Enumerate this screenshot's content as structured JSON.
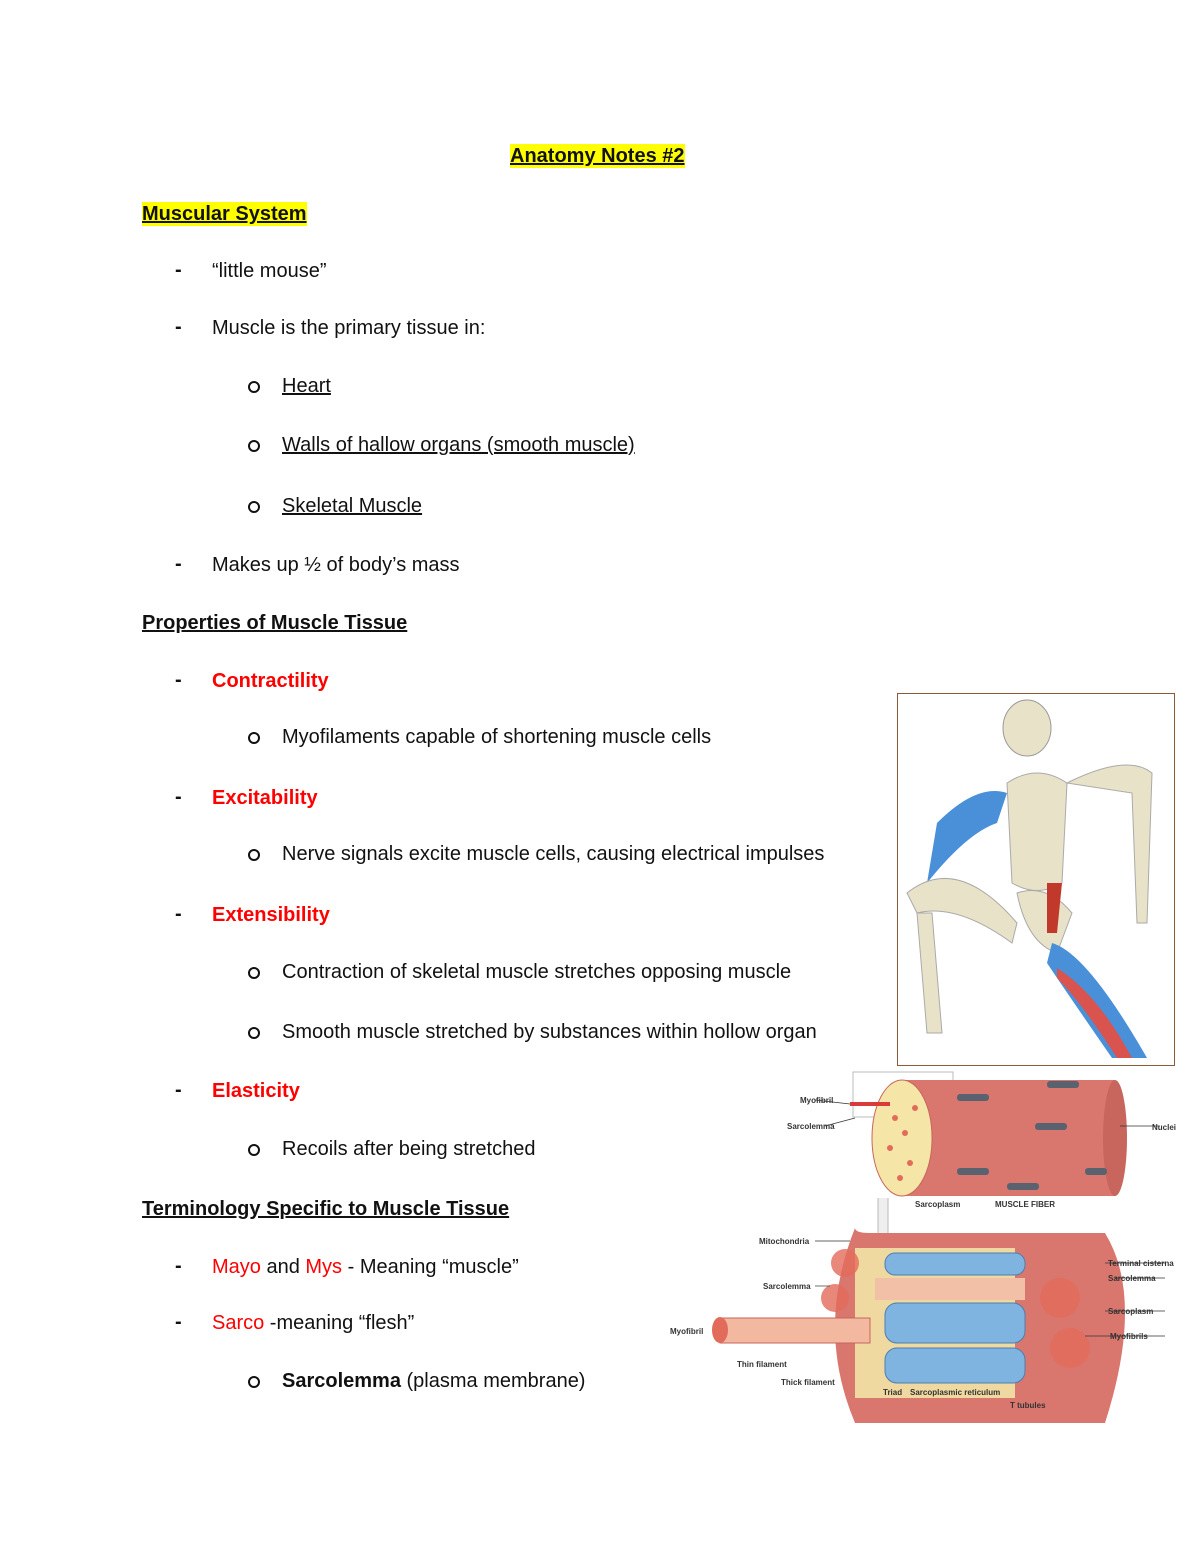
{
  "title": "Anatomy Notes #2",
  "sections": [
    {
      "heading": "Muscular System",
      "items": [
        {
          "text": "“little mouse”"
        },
        {
          "text": "Muscle is the primary tissue in:",
          "sub": [
            "Heart",
            "Walls of hallow organs (smooth muscle)",
            "Skeletal Muscle"
          ]
        },
        {
          "text": "Makes up ½ of body’s mass"
        }
      ]
    },
    {
      "heading": "Properties of Muscle Tissue",
      "items": [
        {
          "text": "Contractility",
          "sub": [
            "Myofilaments capable of shortening muscle cells"
          ]
        },
        {
          "text": "Excitability",
          "sub": [
            "Nerve signals excite muscle cells, causing electrical impulses"
          ]
        },
        {
          "text": "Extensibility",
          "sub": [
            "Contraction of skeletal muscle stretches opposing muscle",
            "Smooth muscle stretched by substances within hollow organ"
          ]
        },
        {
          "text": "Elasticity",
          "sub": [
            "Recoils after being stretched"
          ]
        }
      ]
    },
    {
      "heading": "Terminology Specific to Muscle Tissue",
      "items": [
        {
          "t1": "Mayo",
          "t2": " and ",
          "t3": "Mys",
          "t4": " - Meaning “muscle”"
        },
        {
          "t1": "Sarco",
          "t2": " -meaning “flesh”",
          "sub": [
            {
              "b": "Sarcolemma",
              "rest": " (plasma membrane)"
            }
          ]
        }
      ]
    }
  ],
  "figure_fiber": {
    "labels": {
      "myofibril_top": "Myofibril",
      "sarcolemma_top": "Sarcolemma",
      "nuclei": "Nuclei",
      "sarcoplasm_top": "Sarcoplasm",
      "muscle_fiber": "MUSCLE FIBER",
      "mitochondria": "Mitochondria",
      "sarcolemma_mid": "Sarcolemma",
      "myofibril_left": "Myofibril",
      "thin_filament": "Thin filament",
      "thick_filament": "Thick filament",
      "triad": "Triad",
      "sr": "Sarcoplasmic reticulum",
      "t_tubules": "T tubules",
      "terminal_cisterna": "Terminal cisterna",
      "sarcolemma_right": "Sarcolemma",
      "sarcoplasm_right": "Sarcoplasm",
      "myofibrils": "Myofibrils"
    }
  },
  "colors": {
    "highlight": "#ffff00",
    "term_red": "#ff0000"
  }
}
